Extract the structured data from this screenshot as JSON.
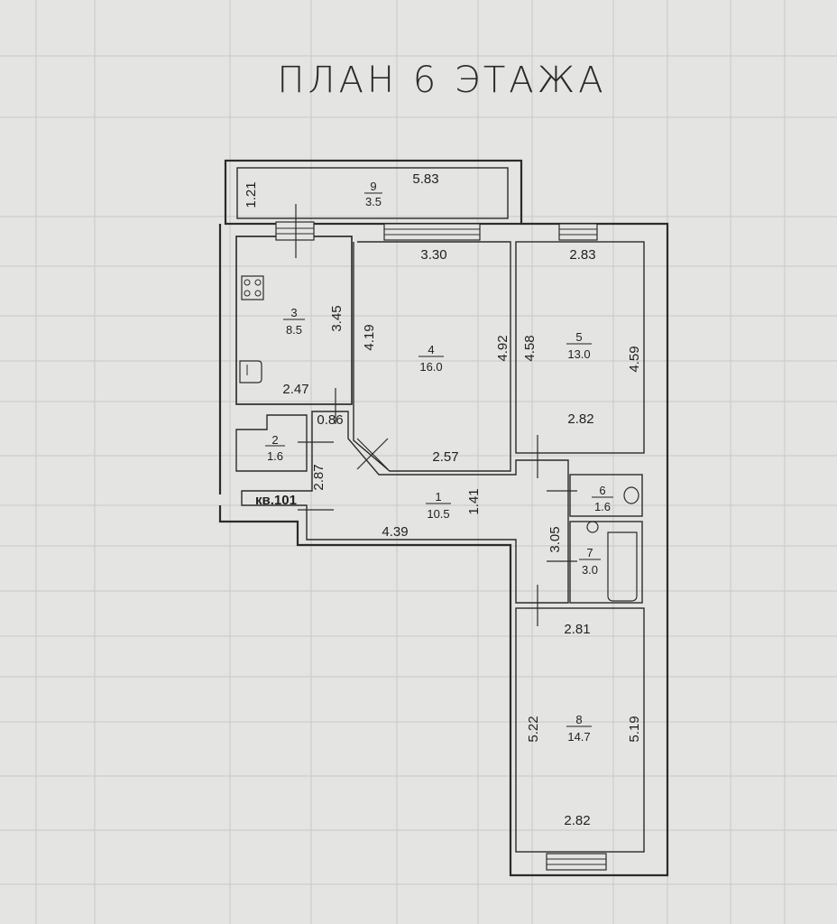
{
  "title": "ПЛАН 6 ЭТАЖА",
  "apartment_label": "кв.101",
  "rooms": [
    {
      "id": "room-1",
      "number": "1",
      "area": "10.5"
    },
    {
      "id": "room-2",
      "number": "2",
      "area": "1.6"
    },
    {
      "id": "room-3",
      "number": "3",
      "area": "8.5"
    },
    {
      "id": "room-4",
      "number": "4",
      "area": "16.0"
    },
    {
      "id": "room-5",
      "number": "5",
      "area": "13.0"
    },
    {
      "id": "room-6",
      "number": "6",
      "area": "1.6"
    },
    {
      "id": "room-7",
      "number": "7",
      "area": "3.0"
    },
    {
      "id": "room-8",
      "number": "8",
      "area": "14.7"
    },
    {
      "id": "room-9",
      "number": "9",
      "area": "3.5"
    }
  ],
  "dimensions": {
    "balcony_length": "5.83",
    "balcony_depth": "1.21",
    "kitchen_depth": "3.45",
    "kitchen_width": "2.47",
    "hall_0_86": "0.86",
    "room4_top": "3.30",
    "room4_left": "4.19",
    "room4_right": "4.92",
    "room4_bottom": "2.57",
    "room5_top": "2.83",
    "room5_left": "4.58",
    "room5_right": "4.59",
    "room5_bottom": "2.82",
    "corridor_2_87": "2.87",
    "corridor_1_41": "1.41",
    "corridor_4_39": "4.39",
    "corridor_3_05": "3.05",
    "room8_top": "2.81",
    "room8_left": "5.22",
    "room8_right": "5.19",
    "room8_bottom": "2.82"
  }
}
